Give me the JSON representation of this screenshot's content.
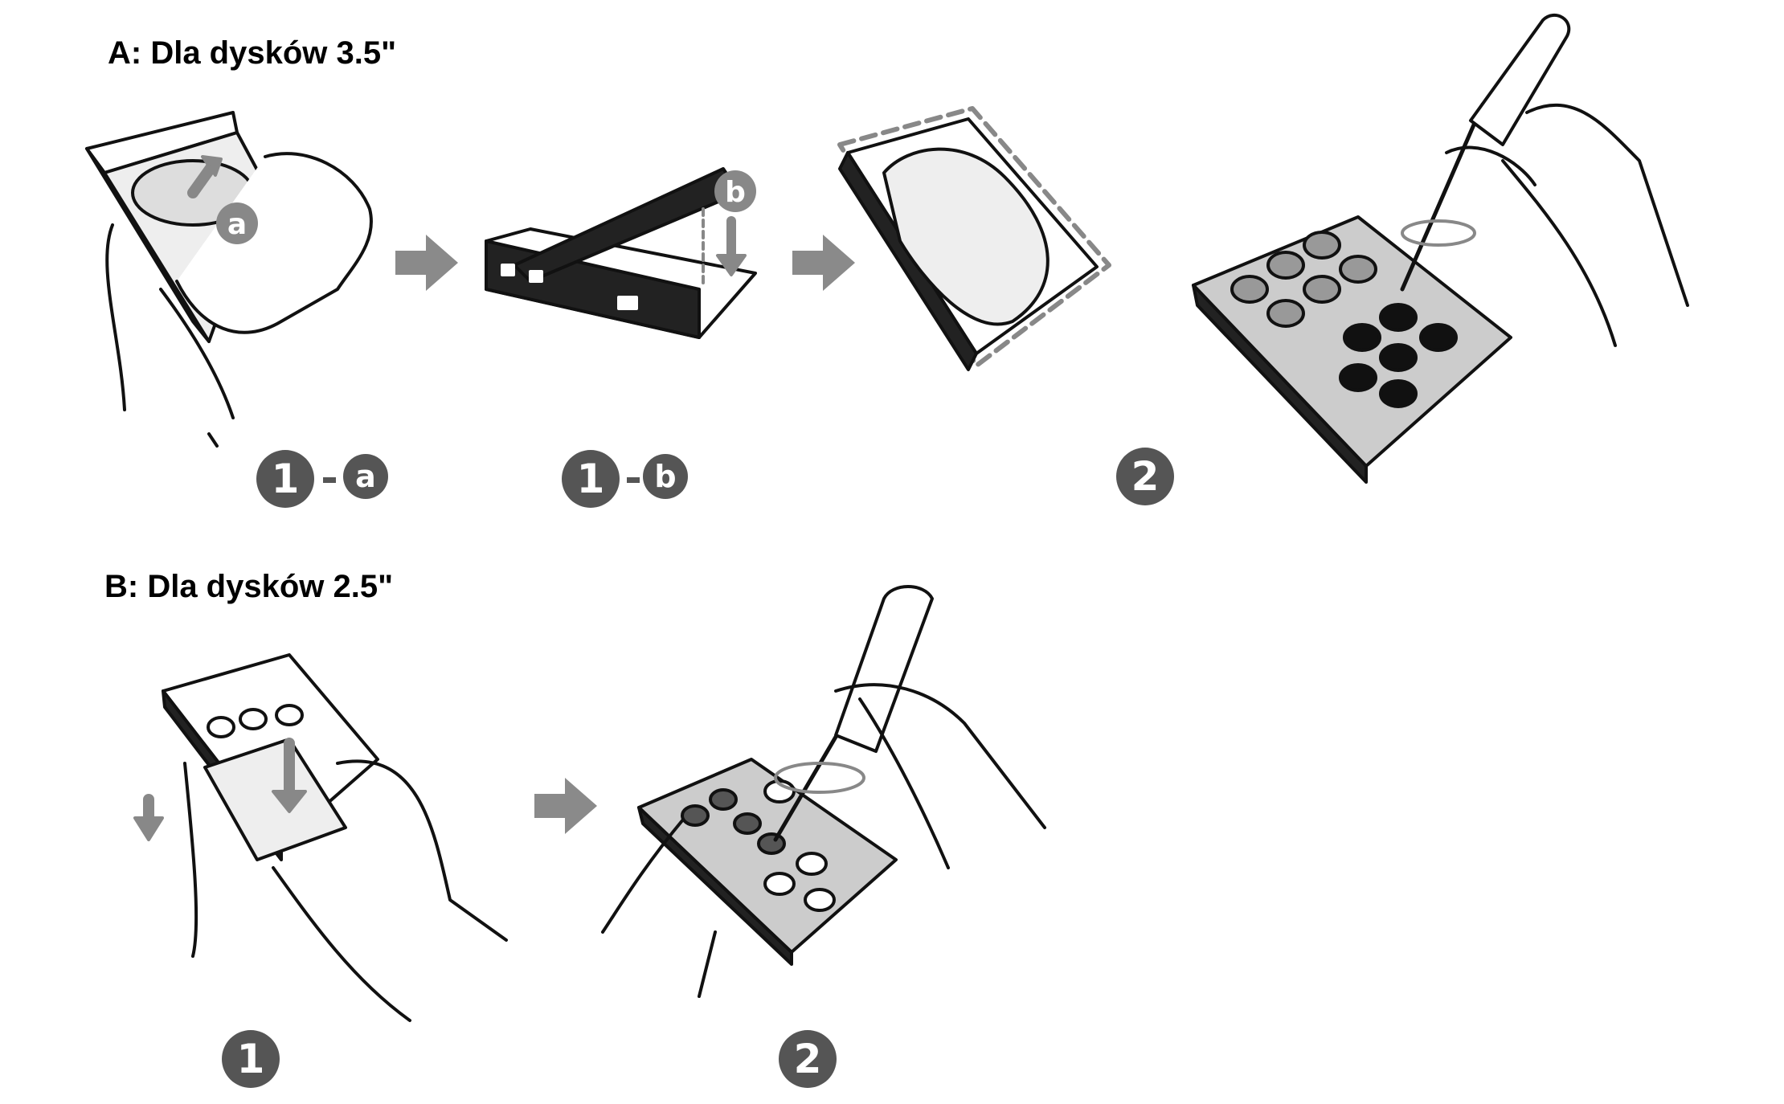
{
  "section_a": {
    "title": "A: Dla dysków 3.5\"",
    "steps": [
      {
        "number": "1",
        "sub": "a"
      },
      {
        "number": "1",
        "sub": "b"
      },
      {
        "number": "2"
      }
    ],
    "callouts": [
      "a",
      "b"
    ]
  },
  "section_b": {
    "title": "B: Dla dysków 2.5\"",
    "steps": [
      {
        "number": "1"
      },
      {
        "number": "2"
      }
    ]
  },
  "colors": {
    "badge": "#555555",
    "arrow": "#8a8a8a",
    "line": "#111111"
  }
}
